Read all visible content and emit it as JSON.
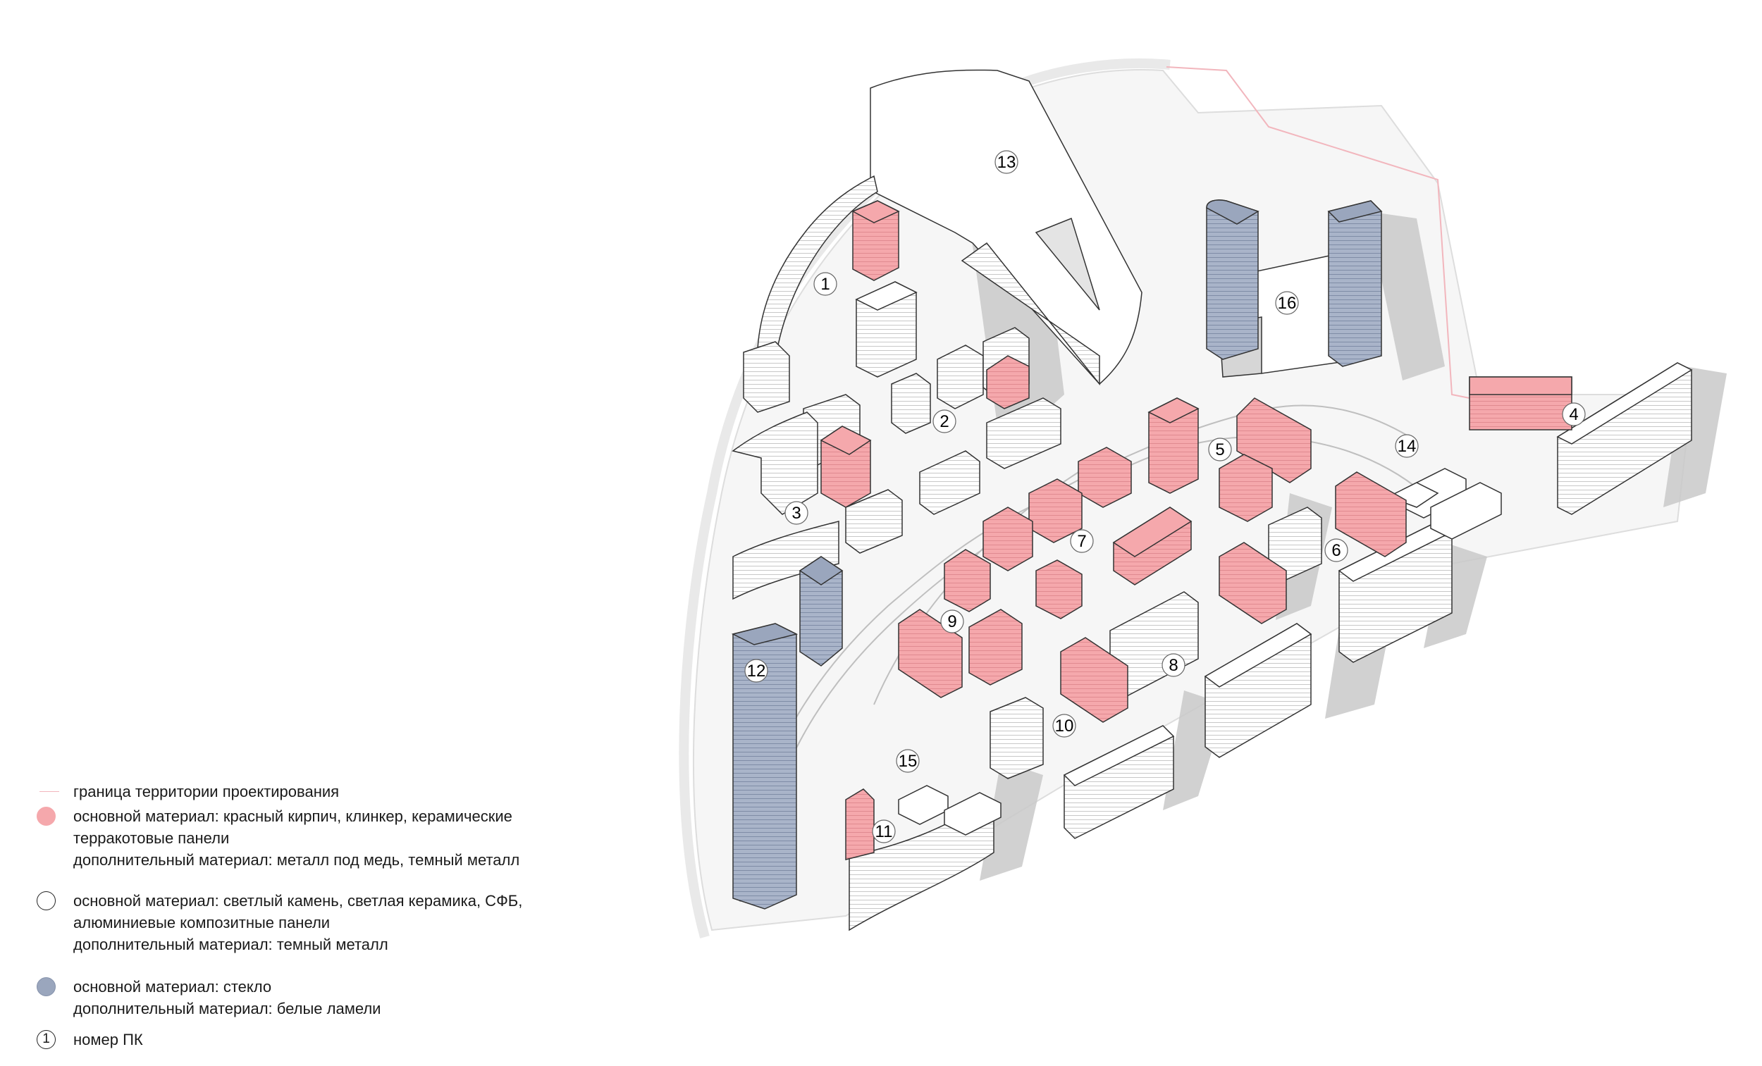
{
  "colors": {
    "red_material": "#f5a8ac",
    "white_material": "#ffffff",
    "glass_material": "#9aa6bd",
    "boundary_line": "#f2b6bd",
    "shadow": "#c9c9c9"
  },
  "plot_labels": [
    "1",
    "2",
    "3",
    "4",
    "5",
    "6",
    "7",
    "8",
    "9",
    "10",
    "11",
    "12",
    "13",
    "14",
    "15",
    "16"
  ],
  "legend": {
    "boundary": {
      "lines": [
        "граница территории проектирования"
      ]
    },
    "red": {
      "lines": [
        "основной материал: красный кирпич, клинкер, керамические",
        "терракотовые панели",
        "дополнительный материал: металл под медь, темный металл"
      ]
    },
    "white": {
      "lines": [
        "основной материал: светлый камень, светлая керамика, СФБ,",
        "алюминиевые композитные панели",
        "дополнительный материал: темный металл"
      ]
    },
    "glass": {
      "lines": [
        "основной материал: стекло",
        "дополнительный материал: белые ламели"
      ]
    },
    "number": {
      "sample": "1",
      "lines": [
        "номер ПК"
      ]
    }
  }
}
